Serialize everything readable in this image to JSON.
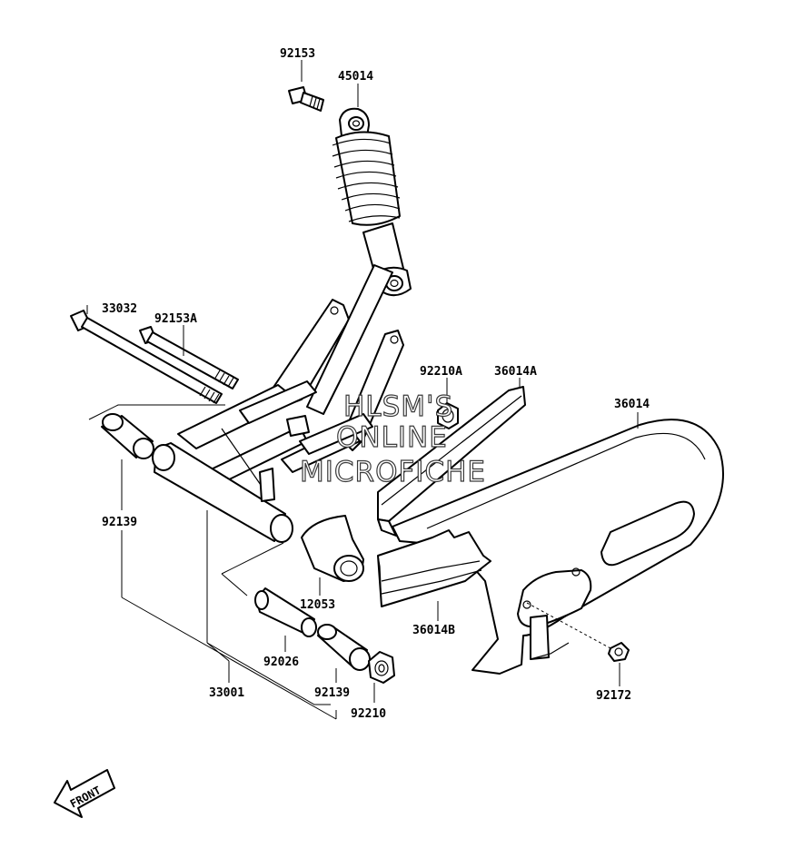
{
  "callouts": {
    "p92153": "92153",
    "p45014": "45014",
    "p33032": "33032",
    "p92153A": "92153A",
    "p92210A": "92210A",
    "p36014A": "36014A",
    "p36014": "36014",
    "p92139_left": "92139",
    "p12053": "12053",
    "p36014B": "36014B",
    "p92026": "92026",
    "p33001": "33001",
    "p92139_bottom": "92139",
    "p92210": "92210",
    "p92172": "92172"
  },
  "watermark": {
    "line1": "HLSM'S",
    "line2": "ONLINE",
    "line3": "MICROFICHE"
  },
  "front_arrow": {
    "label": "FRONT",
    "icon": "front-arrow-icon"
  },
  "colors": {
    "line": "#000000",
    "background": "#ffffff",
    "watermark_outline": "#3a3a3a"
  }
}
